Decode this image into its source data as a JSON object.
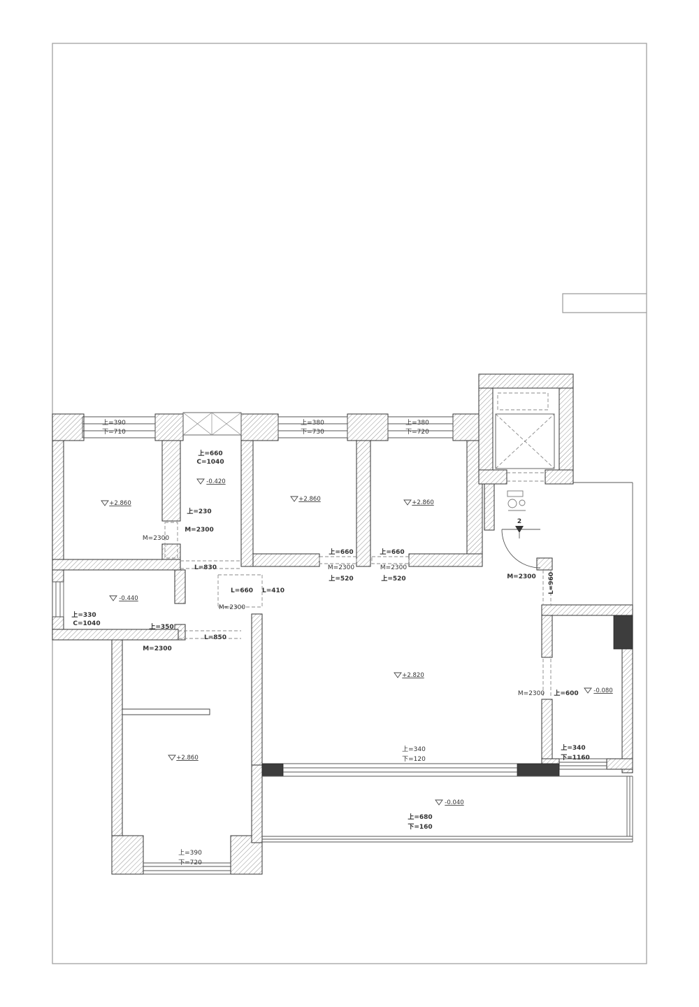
{
  "drawing": {
    "labels": {
      "winTop1": {
        "up": "上=390",
        "down": "下=710"
      },
      "winTop2": {
        "up": "上=380",
        "down": "下=730"
      },
      "winTop3": {
        "up": "上=380",
        "down": "下=720"
      },
      "skylight": {
        "up": "上=660",
        "c": "C=1040",
        "level": "-0.420"
      },
      "roomTopLeft": {
        "level": "+2.860"
      },
      "doorTopLeft": {
        "up": "上=230",
        "m1": "M=2300",
        "m2": "M=2300",
        "l": "L=830"
      },
      "hallOpening": {
        "l1": "L=660",
        "l2": "L=410",
        "m": "M=2300"
      },
      "roomA": {
        "level": "+2.860",
        "doorUp": "上=660",
        "doorM": "M=2300",
        "doorUp2": "上=520"
      },
      "roomB": {
        "level": "+2.860",
        "doorUp": "上=660",
        "doorM": "M=2300",
        "doorUp2": "上=520"
      },
      "entry": {
        "m": "M=2300",
        "l": "L=960"
      },
      "living": {
        "level": "+2.820"
      },
      "bath": {
        "level": "-0.440",
        "up": "上=330",
        "c": "C=1040",
        "up2": "上=350",
        "m": "M=2300",
        "l": "L=850"
      },
      "kitchen": {
        "m": "M=2300",
        "up": "上=600",
        "level": "-0.080",
        "winUp": "上=340",
        "winDown": "下=1160"
      },
      "balconyWin": {
        "up": "上=340",
        "down": "下=120"
      },
      "balcony": {
        "level": "-0.040",
        "up": "上=680",
        "down": "下=160"
      },
      "roomBottomLeft": {
        "level": "+2.860"
      },
      "winBottom": {
        "up": "上=390",
        "down": "下=720"
      },
      "sectionMarker": {
        "number": "2"
      }
    }
  }
}
